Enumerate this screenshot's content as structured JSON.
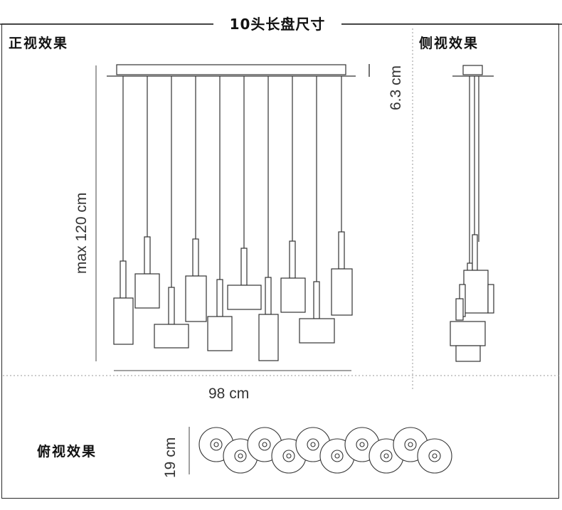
{
  "header": {
    "title": "10头长盘尺寸"
  },
  "sections": {
    "front_label": "正视效果",
    "side_label": "侧视效果",
    "top_label": "俯视效果"
  },
  "dimensions": {
    "height": "max 120 cm",
    "canopy": "6.3 cm",
    "width": "98 cm",
    "depth": "19 cm"
  },
  "colors": {
    "line": "#333333",
    "frame": "#2a2a2a",
    "text": "#111111"
  }
}
